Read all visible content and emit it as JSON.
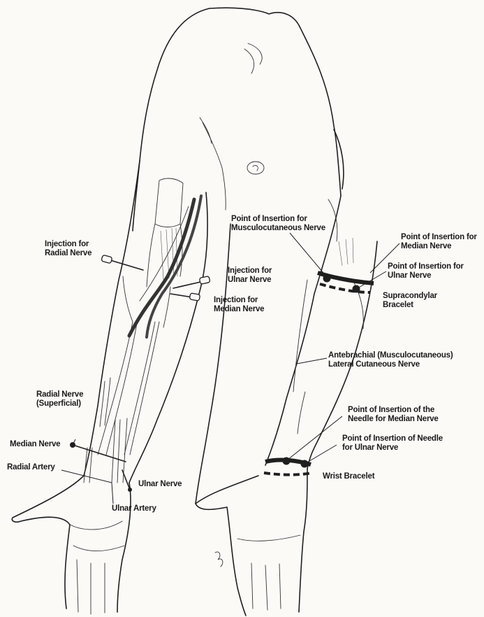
{
  "labels": {
    "injection_radial": [
      "Injection for",
      "Radial Nerve"
    ],
    "injection_ulnar": [
      "Injection for",
      "Ulnar Nerve"
    ],
    "injection_median": [
      "Injection for",
      "Median Nerve"
    ],
    "radial_superficial": [
      "Radial Nerve",
      "(Superficial)"
    ],
    "median_nerve": "Median Nerve",
    "radial_artery": "Radial Artery",
    "ulnar_nerve": "Ulnar Nerve",
    "ulnar_artery": "Ulnar Artery",
    "insertion_musculocutaneous": [
      "Point of Insertion for",
      "Musculocutaneous Nerve"
    ],
    "insertion_median": [
      "Point of Insertion for",
      "Median Nerve"
    ],
    "insertion_ulnar": [
      "Point of Insertion for",
      "Ulnar Nerve"
    ],
    "supracondylar_bracelet": [
      "Supracondylar",
      "Bracelet"
    ],
    "antebrachial": [
      "Antebrachial (Musculocutaneous)",
      "Lateral Cutaneous Nerve"
    ],
    "needle_median": [
      "Point of Insertion of the",
      "Needle for Median Nerve"
    ],
    "needle_ulnar": [
      "Point of Insertion of Needle",
      "for Ulnar Nerve"
    ],
    "wrist_bracelet": "Wrist Bracelet"
  }
}
